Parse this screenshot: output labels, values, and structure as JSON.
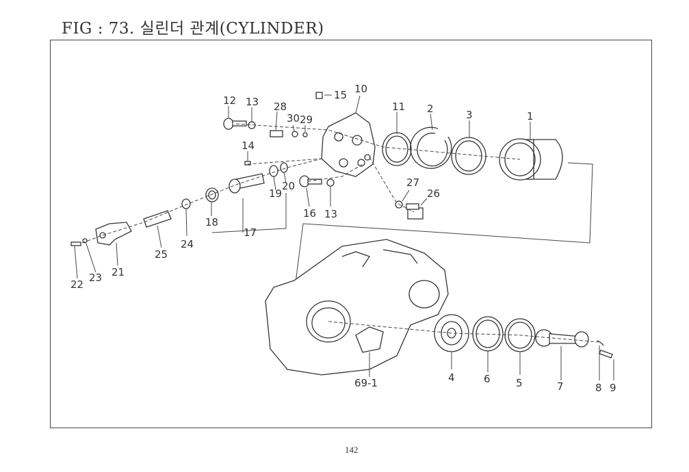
{
  "figure": {
    "title": "FIG : 73. 실린더 관계(CYLINDER)",
    "page_number": "142"
  },
  "callouts": {
    "c1": "1",
    "c2": "2",
    "c3": "3",
    "c4": "4",
    "c5": "5",
    "c6": "6",
    "c7": "7",
    "c8": "8",
    "c9": "9",
    "c10": "10",
    "c11": "11",
    "c12": "12",
    "c13a": "13",
    "c13b": "13",
    "c14": "14",
    "c15": "15",
    "c16": "16",
    "c17": "17",
    "c18": "18",
    "c19": "19",
    "c20": "20",
    "c21": "21",
    "c22": "22",
    "c23": "23",
    "c24": "24",
    "c25": "25",
    "c26": "26",
    "c27": "27",
    "c28": "28",
    "c29": "29",
    "c30": "30",
    "c69": "69-1"
  }
}
